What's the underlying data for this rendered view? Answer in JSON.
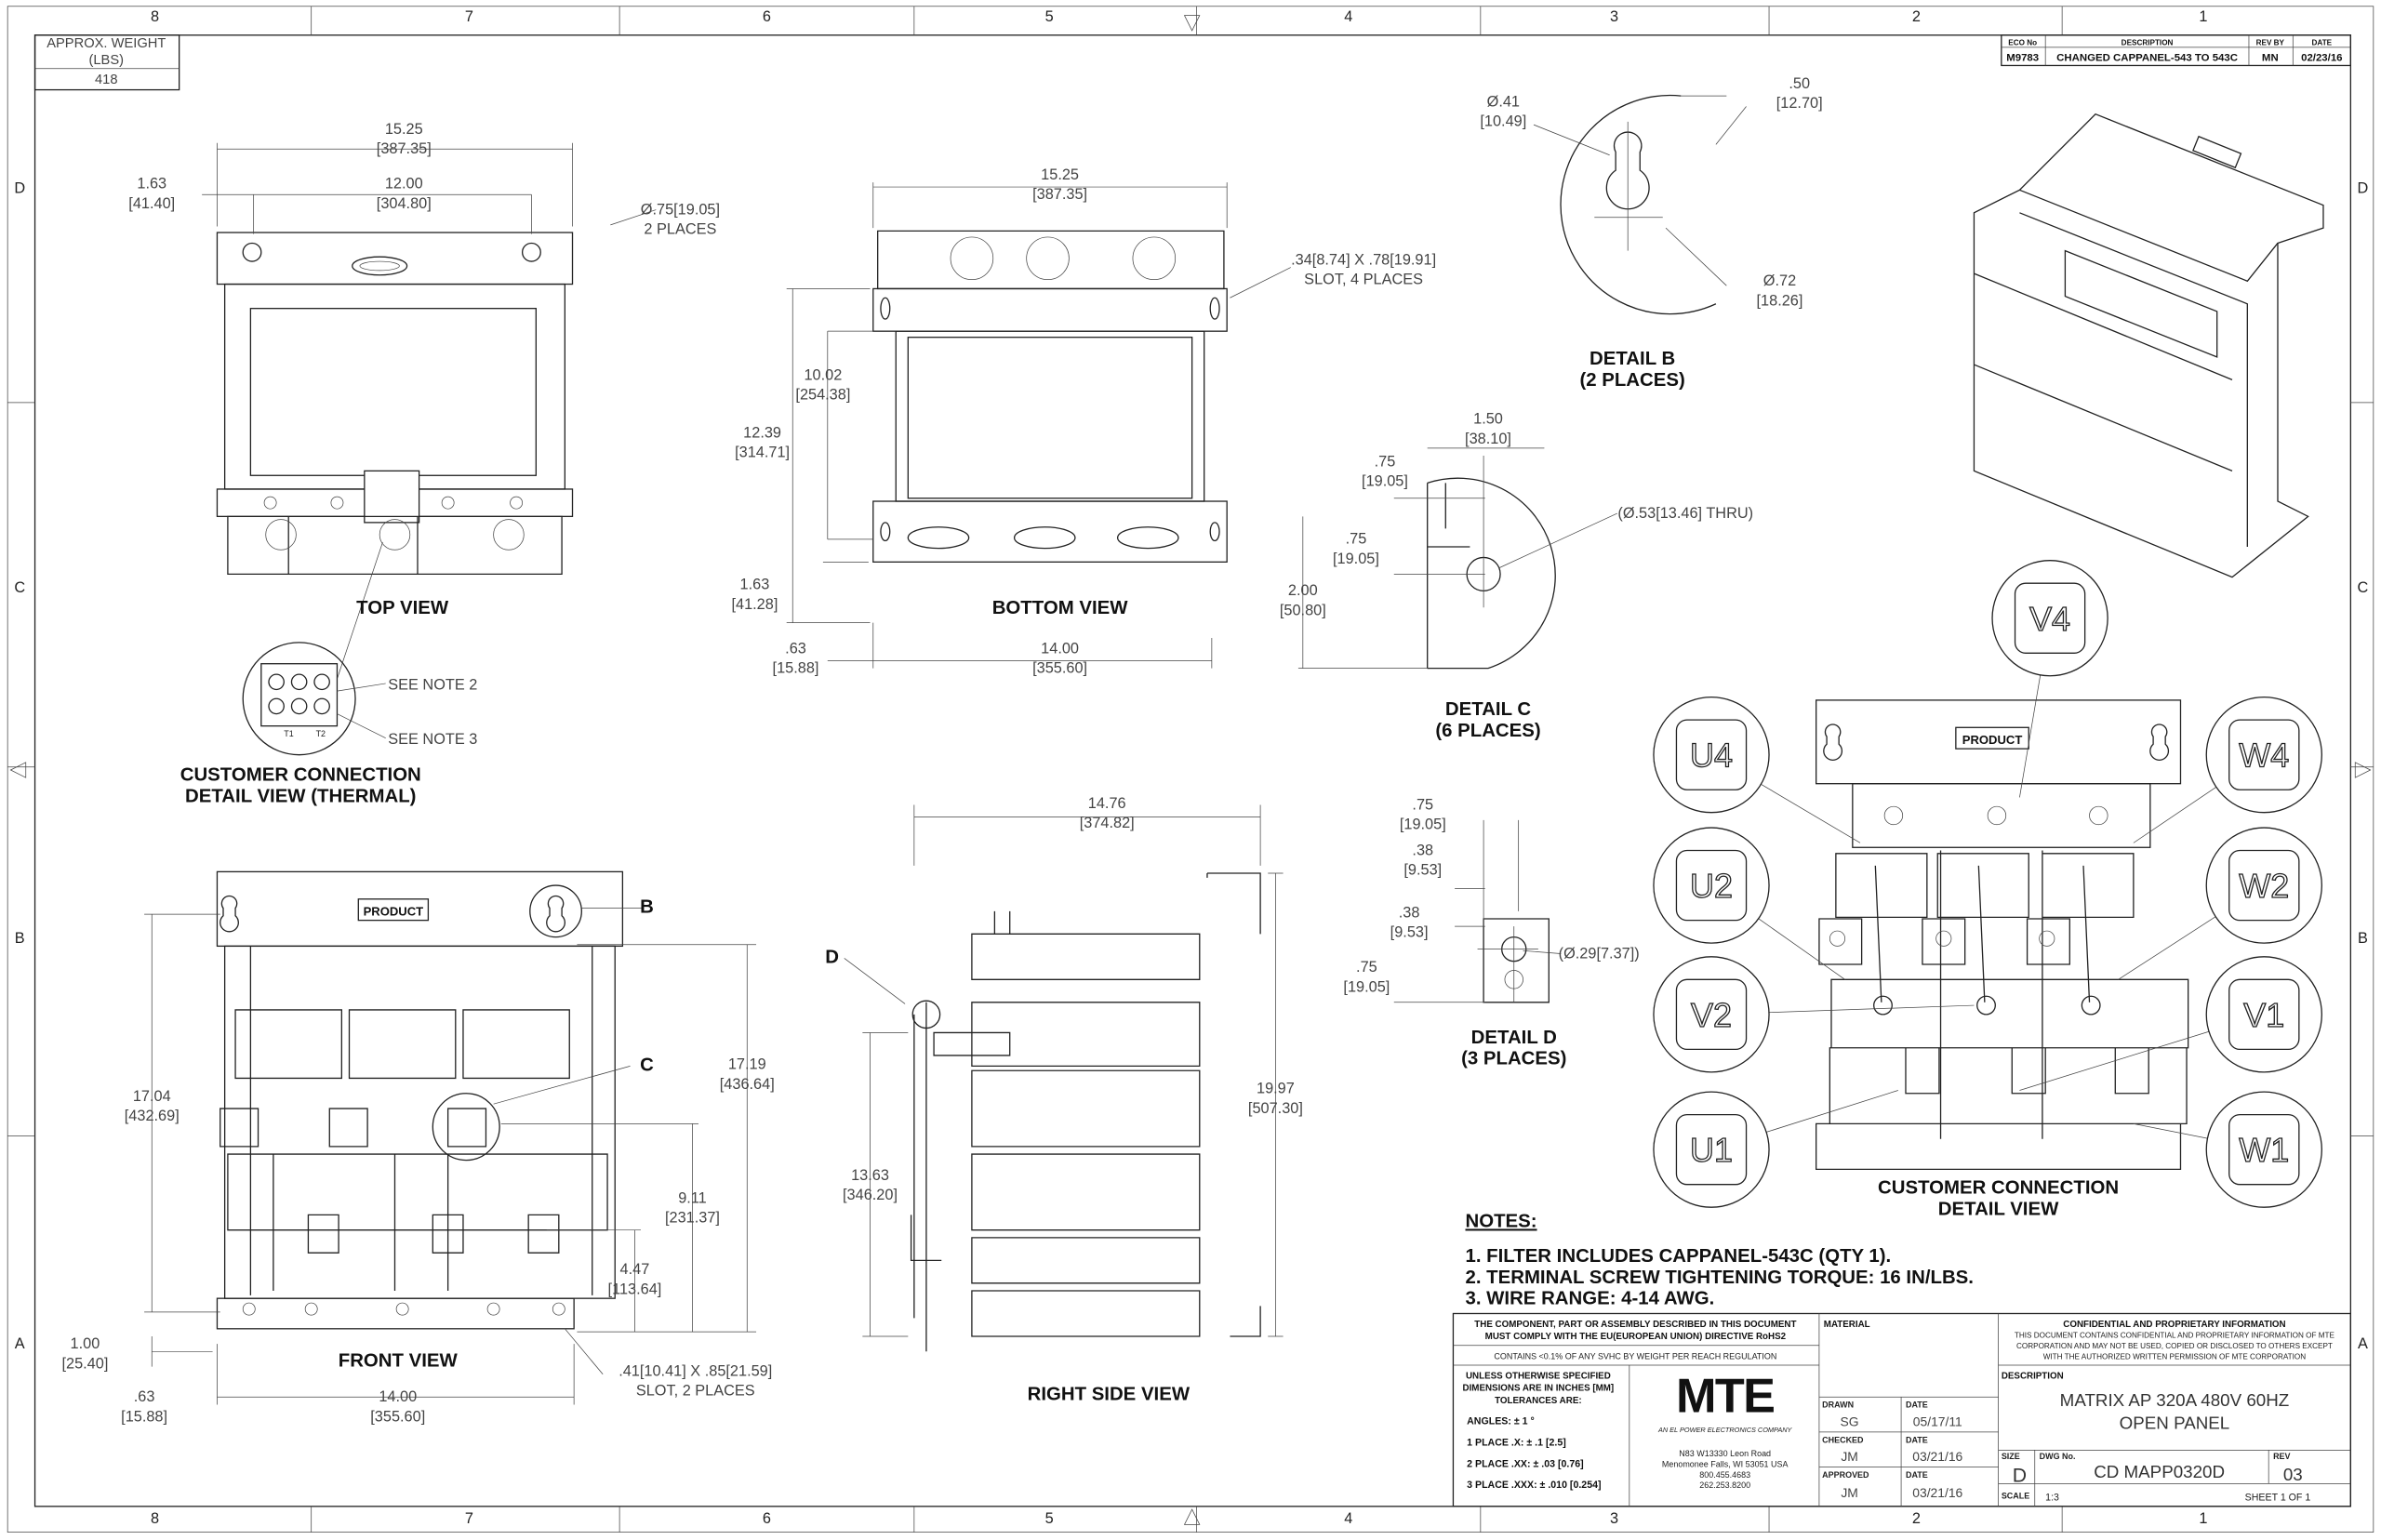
{
  "weight_box": {
    "label1": "APPROX. WEIGHT",
    "label2": "(LBS)",
    "value": "418"
  },
  "revision_block": {
    "headers": [
      "ECO No",
      "DESCRIPTION",
      "REV BY",
      "DATE"
    ],
    "row": [
      "M9783",
      "CHANGED CAPPANEL-543 TO 543C",
      "MN",
      "02/23/16"
    ]
  },
  "border": {
    "columns": [
      "8",
      "7",
      "6",
      "5",
      "4",
      "3",
      "2",
      "1"
    ],
    "rows": [
      "D",
      "C",
      "B",
      "A"
    ]
  },
  "top_view": {
    "title": "TOP VIEW",
    "dims": [
      [
        "15.25",
        "[387.35]"
      ],
      [
        "1.63",
        "[41.40]"
      ],
      [
        "12.00",
        "[304.80]"
      ],
      [
        "Ø.75[19.05]",
        "2 PLACES"
      ]
    ]
  },
  "bottom_view": {
    "title": "BOTTOM VIEW",
    "dims": [
      [
        "15.25",
        "[387.35]"
      ],
      [
        ".34[8.74] X .78[19.91]",
        "SLOT, 4 PLACES"
      ],
      [
        "10.02",
        "[254.38]"
      ],
      [
        "12.39",
        "[314.71]"
      ],
      [
        "1.63",
        "[41.28]"
      ],
      [
        ".63",
        "[15.88]"
      ],
      [
        "14.00",
        "[355.60]"
      ]
    ]
  },
  "detail_b": {
    "title": "DETAIL B",
    "subtitle": "(2 PLACES)",
    "dims": [
      [
        "Ø.41",
        "[10.49]"
      ],
      [
        ".50",
        "[12.70]"
      ],
      [
        "Ø.72",
        "[18.26]"
      ]
    ]
  },
  "detail_c": {
    "title": "DETAIL C",
    "subtitle": "(6 PLACES)",
    "dims": [
      [
        "1.50",
        "[38.10]"
      ],
      [
        ".75",
        "[19.05]"
      ],
      [
        ".75",
        "[19.05]"
      ],
      [
        "2.00",
        "[50.80]"
      ]
    ],
    "thru": "(Ø.53[13.46] THRU)"
  },
  "thermal_detail": {
    "title": "CUSTOMER CONNECTION",
    "subtitle": "DETAIL VIEW (THERMAL)",
    "note2": "SEE NOTE 2",
    "note3": "SEE NOTE 3",
    "t1": "T1",
    "t2": "T2"
  },
  "front_view": {
    "title": "FRONT VIEW",
    "product": "PRODUCT",
    "callout_b": "B",
    "callout_c": "C",
    "dims": [
      [
        "17.04",
        "[432.69]"
      ],
      [
        "17.19",
        "[436.64]"
      ],
      [
        "9.11",
        "[231.37]"
      ],
      [
        "4.47",
        "[113.64]"
      ],
      [
        "1.00",
        "[25.40]"
      ],
      [
        ".63",
        "[15.88]"
      ],
      [
        "14.00",
        "[355.60]"
      ],
      [
        ".41[10.41] X .85[21.59]",
        "SLOT, 2 PLACES"
      ]
    ]
  },
  "right_side_view": {
    "title": "RIGHT SIDE VIEW",
    "callout_d": "D",
    "dims": [
      [
        "14.76",
        "[374.82]"
      ],
      [
        "19.97",
        "[507.30]"
      ],
      [
        "13.63",
        "[346.20]"
      ]
    ]
  },
  "detail_d": {
    "title": "DETAIL D",
    "subtitle": "(3 PLACES)",
    "dims": [
      [
        ".75",
        "[19.05]"
      ],
      [
        ".38",
        "[9.53]"
      ],
      [
        ".38",
        "[9.53]"
      ],
      [
        ".75",
        "[19.05]"
      ]
    ],
    "hole": "(Ø.29[7.37])"
  },
  "customer_connection": {
    "title": "CUSTOMER CONNECTION",
    "subtitle": "DETAIL VIEW",
    "product": "PRODUCT",
    "terminals": [
      "V4",
      "U4",
      "W4",
      "U2",
      "W2",
      "V2",
      "V1",
      "U1",
      "W1"
    ]
  },
  "notes": {
    "heading": "NOTES:",
    "items": [
      "1.  FILTER INCLUDES CAPPANEL-543C (QTY 1).",
      "2.  TERMINAL SCREW TIGHTENING TORQUE: 16 IN/LBS.",
      "3.  WIRE RANGE: 4-14 AWG."
    ]
  },
  "title_block": {
    "rohs1": "THE COMPONENT, PART OR ASSEMBLY DESCRIBED IN THIS DOCUMENT",
    "rohs2": "MUST COMPLY WITH THE EU(EUROPEAN UNION) DIRECTIVE RoHS2",
    "reach": "CONTAINS <0.1% OF ANY SVHC BY WEIGHT PER REACH REGULATION",
    "tol1": "UNLESS OTHERWISE SPECIFIED",
    "tol2": "DIMENSIONS ARE IN INCHES [MM]",
    "tol3": "TOLERANCES ARE:",
    "angles": "ANGLES: ± 1 °",
    "place1": "1 PLACE .X: ± .1 [2.5]",
    "place2": "2 PLACE .XX: ± .03 [0.76]",
    "place3": "3 PLACE .XXX: ± .010 [0.254]",
    "logo": "MTE",
    "logo_tag": "AN EL POWER ELECTRONICS COMPANY",
    "address": [
      "N83 W13330 Leon Road",
      "Menomonee Falls, WI 53051 USA",
      "800.455.4683",
      "262.253.8200"
    ],
    "material_label": "MATERIAL",
    "drawn_label": "DRAWN",
    "drawn": "SG",
    "drawn_date": "05/17/11",
    "checked_label": "CHECKED",
    "checked": "JM",
    "checked_date": "03/21/16",
    "approved_label": "APPROVED",
    "approved": "JM",
    "approved_date": "03/21/16",
    "date_label": "DATE",
    "conf_title": "CONFIDENTIAL AND PROPRIETARY INFORMATION",
    "conf1": "THIS DOCUMENT CONTAINS CONFIDENTIAL AND PROPRIETARY INFORMATION OF MTE",
    "conf2": "CORPORATION AND MAY NOT BE USED, COPIED OR DISCLOSED TO OTHERS EXCEPT",
    "conf3": "WITH THE AUTHORIZED WRITTEN PERMISSION OF MTE CORPORATION",
    "description_label": "DESCRIPTION",
    "description1": "MATRIX AP 320A 480V 60HZ",
    "description2": "OPEN PANEL",
    "size_label": "SIZE",
    "size": "D",
    "dwg_label": "DWG No.",
    "dwg": "CD MAPP0320D",
    "rev_label": "REV",
    "rev": "03",
    "scale_label": "SCALE",
    "scale": "1:3",
    "sheet": "SHEET 1  OF 1"
  }
}
